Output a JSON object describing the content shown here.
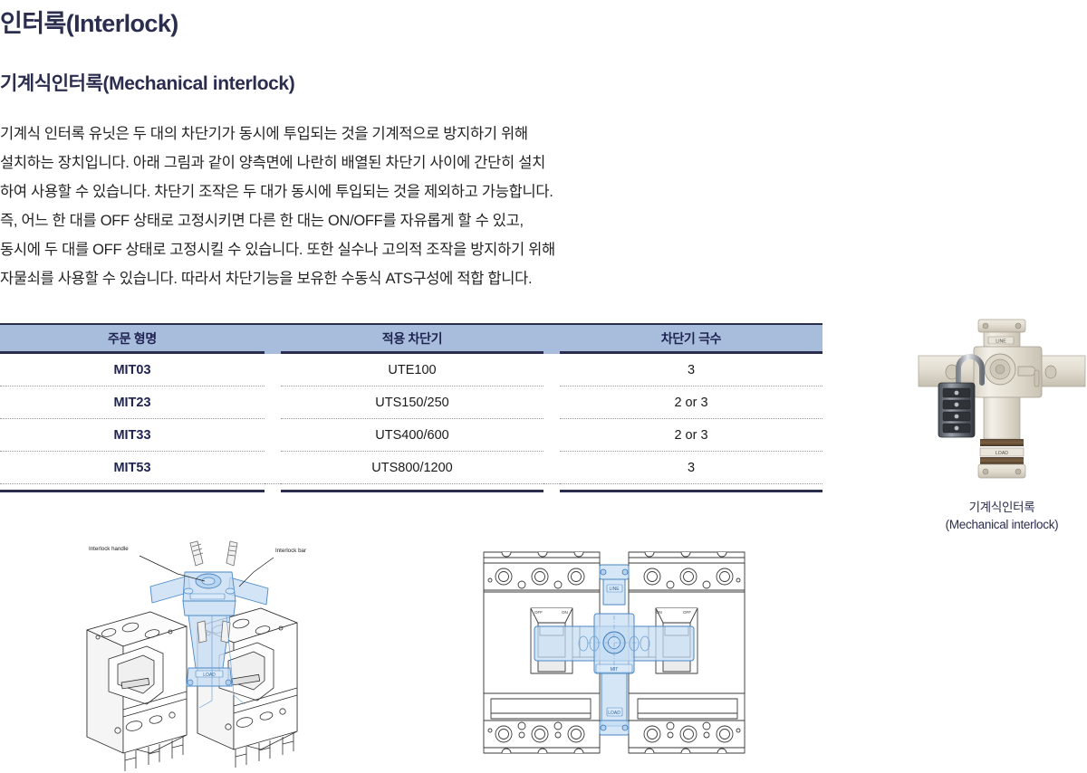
{
  "headings": {
    "title": "인터록(Interlock)",
    "subtitle": "기계식인터록(Mechanical interlock)"
  },
  "body": {
    "lines": [
      "기계식 인터록 유닛은 두 대의 차단기가 동시에 투입되는 것을 기계적으로 방지하기 위해",
      "설치하는 장치입니다. 아래 그림과 같이 양측면에 나란히 배열된 차단기 사이에 간단히 설치",
      "하여 사용할 수 있습니다. 차단기 조작은 두 대가 동시에 투입되는 것을 제외하고 가능합니다.",
      "즉, 어느 한 대를 OFF 상태로 고정시키면 다른 한 대는 ON/OFF를 자유롭게 할 수 있고,",
      "동시에 두 대를 OFF 상태로 고정시킬 수 있습니다. 또한 실수나 고의적 조작을 방지하기 위해",
      "자물쇠를 사용할 수 있습니다. 따라서 차단기능을 보유한 수동식 ATS구성에 적합 합니다."
    ]
  },
  "table": {
    "headers": [
      "주문 형명",
      "적용 차단기",
      "차단기 극수"
    ],
    "rows": [
      {
        "model": "MIT03",
        "breaker": "UTE100",
        "poles": "3"
      },
      {
        "model": "MIT23",
        "breaker": "UTS150/250",
        "poles": "2 or 3"
      },
      {
        "model": "MIT33",
        "breaker": "UTS400/600",
        "poles": "2 or 3"
      },
      {
        "model": "MIT53",
        "breaker": "UTS800/1200",
        "poles": "3"
      }
    ]
  },
  "photo": {
    "label_line": "LINE",
    "label_load": "LOAD",
    "caption_ko": "기계식인터록",
    "caption_en": "(Mechanical interlock)"
  },
  "diagram_left": {
    "label_handle": "Interlock handle",
    "label_bar": "Interlock bar",
    "plate_text": "LOAD"
  },
  "diagram_right": {
    "label_line": "LINE",
    "label_load": "LOAD",
    "label_center": "MIT",
    "breaker_text_on": "ON",
    "breaker_text_off": "OFF"
  },
  "colors": {
    "heading_navy": "#2b2d4f",
    "table_header_bg": "#a8bcdb",
    "table_border_navy": "#2b2d4f",
    "diagram_blue": "#7ba7d9",
    "diagram_fill": "#c5dcf2"
  }
}
